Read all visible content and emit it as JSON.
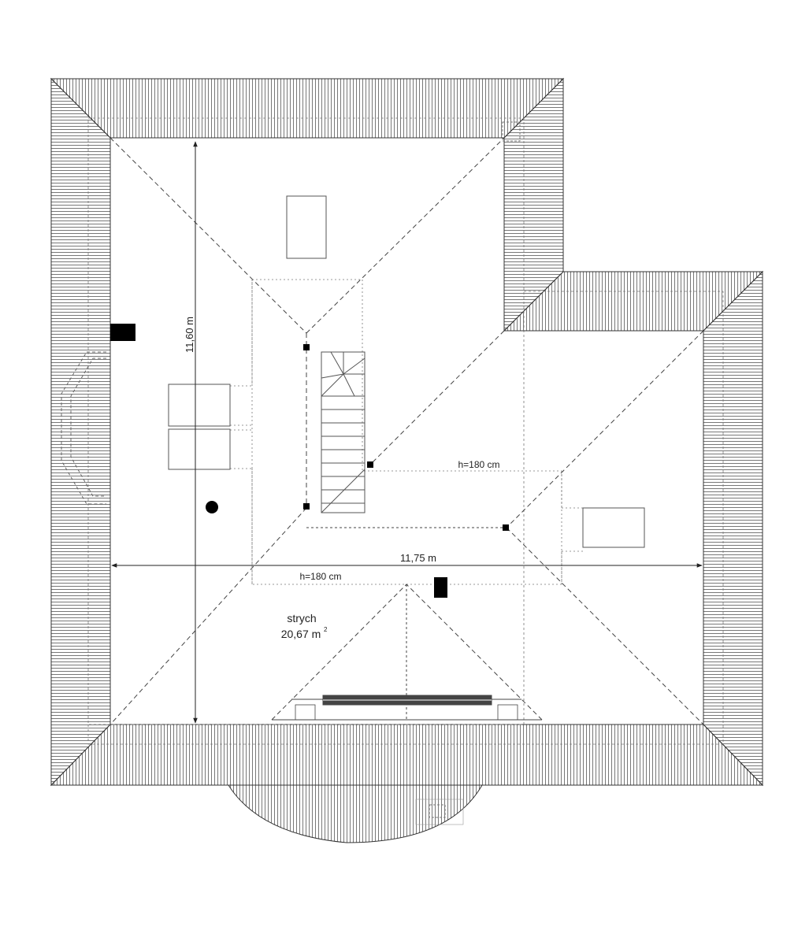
{
  "drawing": {
    "dim_vertical": "11,60 m",
    "dim_horizontal": "11,75 m",
    "clearance_right": "h=180 cm",
    "clearance_bottom": "h=180 cm",
    "room_name": "strych",
    "room_area_value": "20,67 m",
    "room_area_sup": "2"
  }
}
